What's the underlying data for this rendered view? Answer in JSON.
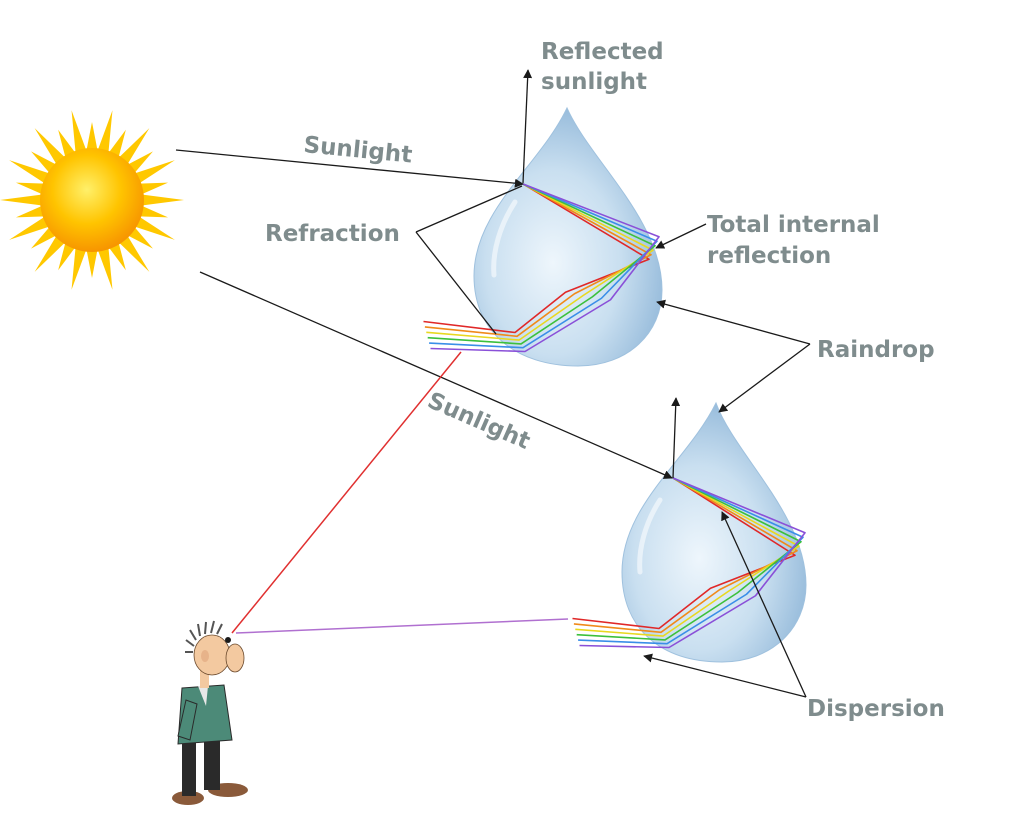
{
  "labels": {
    "reflected_line1": "Reflected",
    "reflected_line2": "sunlight",
    "sunlight_top": "Sunlight",
    "sunlight_bottom": "Sunlight",
    "refraction": "Refraction",
    "total_line1": "Total internal",
    "total_line2": "reflection",
    "raindrop": "Raindrop",
    "dispersion": "Dispersion"
  },
  "colors": {
    "label_text": "#7f8c8d",
    "sun_core": "#ffb000",
    "sun_rays": "#ffc800",
    "drop_fill": "#b6d3ea",
    "line": "#1a1a1a",
    "observer_to_drop_1": "#e03030",
    "observer_to_drop_2": "#b070d0",
    "spectrum": [
      "#e02828",
      "#f08a1a",
      "#e8d820",
      "#3cc03c",
      "#3a8ee8",
      "#8a50d8"
    ]
  },
  "icons": {
    "sun": "sun-icon",
    "raindrop": "raindrop-icon",
    "observer": "person-icon"
  }
}
